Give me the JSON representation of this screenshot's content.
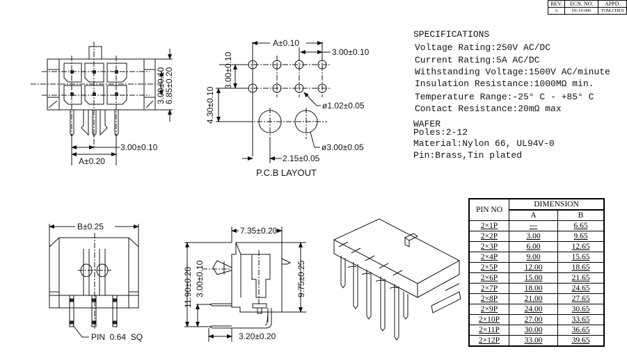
{
  "revision_block": {
    "headers": [
      "REV.",
      "ECN. NO.",
      "APPD."
    ],
    "row": [
      "A",
      "IN-19-006",
      "TOM.CHEN"
    ]
  },
  "front_view": {
    "dim_pitch": "3.00±0.10",
    "dim_a": "A±0.20",
    "dim_row_pitch": "3.00±0.10",
    "dim_height": "6.85±0.20"
  },
  "pcb_layout": {
    "title": "P.C.B LAYOUT",
    "dim_a": "A±0.10",
    "dim_pitch": "3.00±0.10",
    "dim_row_pitch": "3.00±0.10",
    "dim_peg_offset_v": "4.30±0.10",
    "dim_hole_small": "ø1.02±0.05",
    "dim_hole_large": "ø3.00±0.05",
    "dim_peg_offset_h": "2.15±0.05"
  },
  "bottom_view": {
    "dim_b": "B±0.25",
    "pin_note": "PIN  0.64  SQ"
  },
  "side_view": {
    "dim_depth": "7.35±0.20",
    "dim_total_height": "11.90±0.20",
    "dim_row_pitch": "3.00±0.10",
    "dim_body_height": "9.75±0.25",
    "dim_pin_offset": "3.20±0.20"
  },
  "specifications": {
    "title": "SPECIFICATIONS",
    "lines": [
      "Voltage Rating:250V AC/DC",
      "Current Rating:5A AC/DC",
      "Withstanding Voltage:1500V AC/minute",
      "Insulation Resistance:1000MΩ min.",
      "Temperature Range:-25° C - +85° C",
      "Contact Resistance:20mΩ max"
    ],
    "wafer_title": "WAFER",
    "wafer_lines": [
      "Poles:2-12",
      "Material:Nylon 66, UL94V-0",
      "Pin:Brass,Tin plated"
    ]
  },
  "dimension_table": {
    "header_pin": "PIN NO",
    "header_dimension": "DIMENSION",
    "col_a": "A",
    "col_b": "B",
    "rows": [
      {
        "pin": "2×1P",
        "a": "---",
        "b": "6.65"
      },
      {
        "pin": "2×2P",
        "a": "3.00",
        "b": "9.65"
      },
      {
        "pin": "2×3P",
        "a": "6.00",
        "b": "12.65"
      },
      {
        "pin": "2×4P",
        "a": "9.00",
        "b": "15.65"
      },
      {
        "pin": "2×5P",
        "a": "12.00",
        "b": "18.65"
      },
      {
        "pin": "2×6P",
        "a": "15.00",
        "b": "21.65"
      },
      {
        "pin": "2×7P",
        "a": "18.00",
        "b": "24.65"
      },
      {
        "pin": "2×8P",
        "a": "21.00",
        "b": "27.65"
      },
      {
        "pin": "2×9P",
        "a": "24.00",
        "b": "30.65"
      },
      {
        "pin": "2×10P",
        "a": "27.00",
        "b": "33.65"
      },
      {
        "pin": "2×11P",
        "a": "30.00",
        "b": "36.65"
      },
      {
        "pin": "2×12P",
        "a": "33.00",
        "b": "39.65"
      }
    ]
  }
}
